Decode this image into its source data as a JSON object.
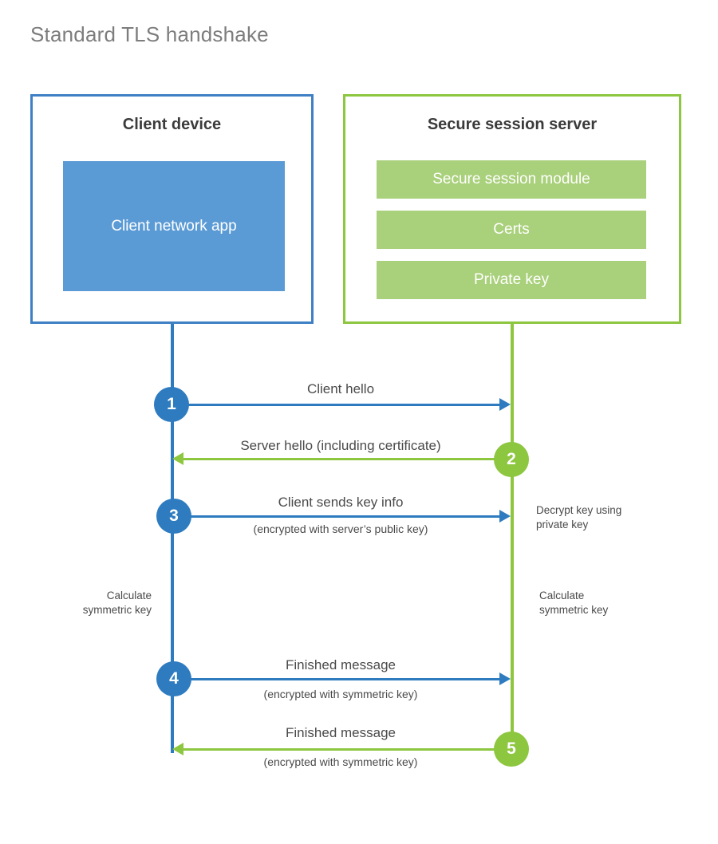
{
  "title": "Standard TLS handshake",
  "client": {
    "heading": "Client device",
    "app_block": "Client network app"
  },
  "server": {
    "heading": "Secure session server",
    "blocks": [
      "Secure session module",
      "Certs",
      "Private key"
    ]
  },
  "steps": [
    {
      "number": "1",
      "label": "Client hello",
      "sublabel": "",
      "direction": "client-to-server",
      "color": "#2e7cbf"
    },
    {
      "number": "2",
      "label": "Server hello (including certificate)",
      "sublabel": "",
      "direction": "server-to-client",
      "color": "#8dc63f"
    },
    {
      "number": "3",
      "label": "Client sends key info",
      "sublabel": "(encrypted with server’s public key)",
      "direction": "client-to-server",
      "color": "#2e7cbf"
    },
    {
      "number": "4",
      "label": "Finished message",
      "sublabel": "(encrypted with symmetric key)",
      "direction": "client-to-server",
      "color": "#2e7cbf"
    },
    {
      "number": "5",
      "label": "Finished message",
      "sublabel": "(encrypted with symmetric key)",
      "direction": "server-to-client",
      "color": "#8dc63f"
    }
  ],
  "notes": {
    "decrypt_key": "Decrypt key using\nprivate key",
    "calculate_symmetric_key_client": "Calculate\nsymmetric key",
    "calculate_symmetric_key_server": "Calculate\nsymmetric key"
  },
  "colors": {
    "client_accent": "#2e7cbf",
    "client_border": "#3f80c4",
    "client_fill": "#5b9bd5",
    "server_accent": "#8dc63f",
    "server_fill": "#a9d07a",
    "title_text": "#7d7d7d",
    "body_text": "#4a4a4a",
    "background": "#ffffff"
  }
}
